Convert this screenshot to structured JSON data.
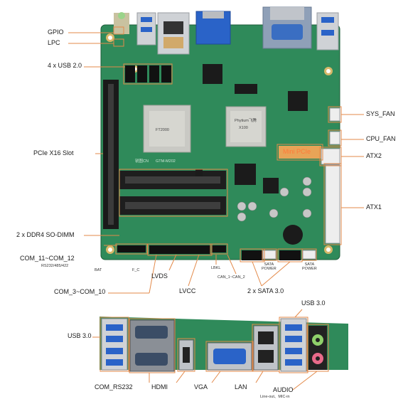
{
  "top_board": {
    "left_labels": {
      "gpio": "GPIO",
      "lpc": "LPC",
      "usb20": "4 x USB 2.0",
      "pcie": "PCIe X16 Slot",
      "ddr4": "2 x DDR4 SO-DIMM",
      "com11": "COM_11~COM_12",
      "com11_sub": "RS232/485/422",
      "com3": "COM_3~COM_10"
    },
    "right_labels": {
      "sys_fan": "SYS_FAN",
      "cpu_fan": "CPU_FAN",
      "atx2": "ATX2",
      "atx1": "ATX1"
    },
    "bottom_labels": {
      "bat": "BAT",
      "f_c": "F_C",
      "lvds": "LVDS",
      "lbkl": "LBKL",
      "can": "CAN_1~CAN_2",
      "lvcc": "LVCC",
      "sata_power_1": "SATA\nPOWER",
      "sata_power_2": "SATA\nPOWER",
      "sata30": "2 x SATA 3.0"
    },
    "silkscreen": {
      "board_model": "GTM-M202",
      "cpu1": "FT2000",
      "cpu2_line1": "Phytium飞腾",
      "cpu2_line2": "X100",
      "mini_pcie": "Mini PCIe",
      "brand": "锐图CN"
    }
  },
  "io_panel": {
    "usb30_left": "USB 3.0",
    "usb30_right": "USB 3.0",
    "com_rs232": "COM_RS232",
    "hdmi": "HDMI",
    "vga": "VGA",
    "lan": "LAN",
    "audio": "AUDIO",
    "audio_sub": "Line-out、MIC-in"
  },
  "colors": {
    "pcb": "#2f8a5a",
    "pcb_dark": "#236c45",
    "callout": "#e38a4a",
    "cpu": "#c9c9c4",
    "vga_blue": "#2a63c8",
    "mini_pcie": "#ff7a3a"
  }
}
